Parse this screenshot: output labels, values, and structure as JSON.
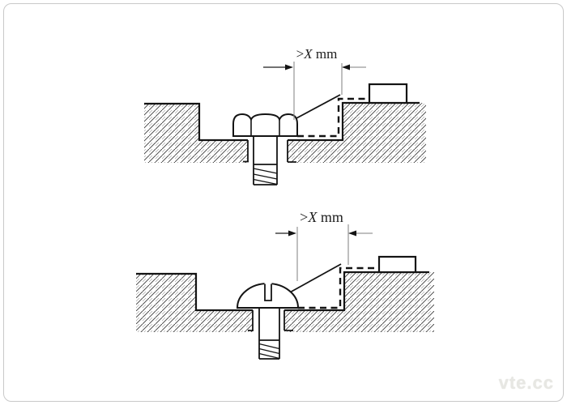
{
  "page": {
    "background_color": "#ffffff",
    "card_border_color": "#c9c9c9"
  },
  "colors": {
    "ink": "#141414",
    "hatch_line": "#3d3d3d",
    "extension_line": "#8a8a8a",
    "dimension_tail": "#999999"
  },
  "watermark": {
    "text": "vte.cc",
    "color": "#e7e7e3"
  },
  "figures": [
    {
      "id": "hex-bolt-in-recess",
      "label": {
        "gt": ">",
        "x": "X",
        "unit": " mm"
      }
    },
    {
      "id": "slotted-screw-in-recess",
      "label": {
        "gt": ">",
        "x": "X",
        "unit": " mm"
      }
    }
  ]
}
